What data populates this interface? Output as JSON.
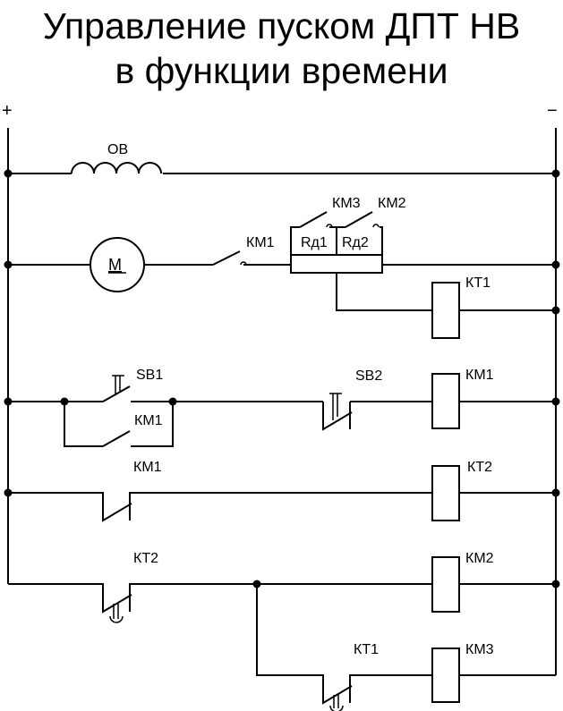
{
  "title": {
    "line1": "Управление пуском ДПТ НВ",
    "line2": "в функции времени"
  },
  "rails": {
    "positive": "+",
    "negative": "−"
  },
  "components": {
    "field_winding": "ОВ",
    "motor": "M",
    "km1_main_contact": "КМ1",
    "km3_contact": "КМ3",
    "km2_contact": "КМ2",
    "rd1": "Rд1",
    "rd2": "Rд2",
    "kt1_coil": "КТ1",
    "sb1": "SB1",
    "km1_hold_contact": "КМ1",
    "sb2": "SB2",
    "km1_coil": "КМ1",
    "km1_nc_contact": "КМ1",
    "kt2_coil": "КТ2",
    "kt2_contact": "КТ2",
    "km2_coil": "КМ2",
    "kt1_contact": "КТ1",
    "km3_coil": "КМ3"
  }
}
